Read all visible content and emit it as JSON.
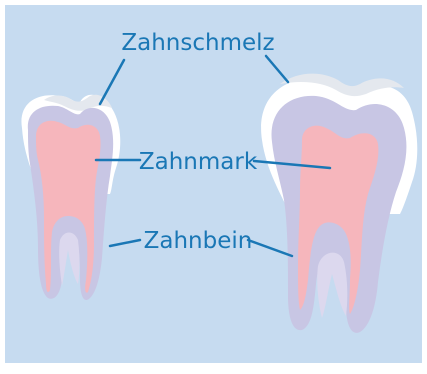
{
  "labels": {
    "enamel": "Zahnschmelz",
    "pulp": "Zahnmark",
    "dentin": "Zahnbein"
  },
  "colors": {
    "background": "#c6dbf0",
    "enamel": "#ffffff",
    "enamel_shade": "#e4e8ee",
    "dentin": "#c8c6e4",
    "dentin_light": "#dcd8ee",
    "pulp": "#f6b6bc",
    "label_text": "#1a77b5",
    "leader_line": "#1a77b5"
  }
}
